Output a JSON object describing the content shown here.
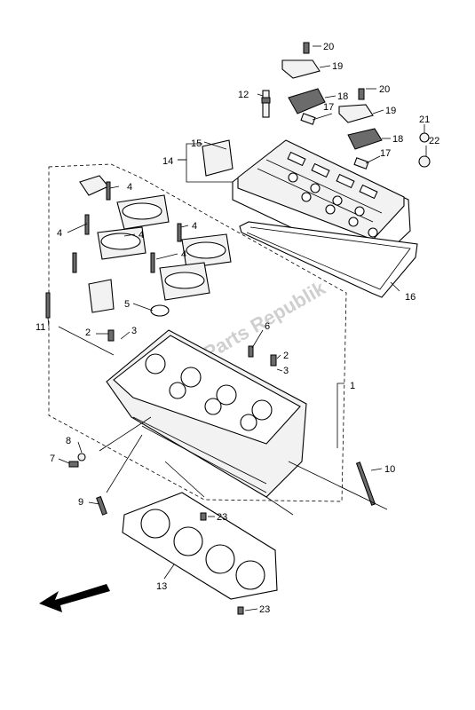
{
  "diagram": {
    "callouts": {
      "c1": "1",
      "c2a": "2",
      "c2b": "2",
      "c3a": "3",
      "c3b": "3",
      "c4a": "4",
      "c4b": "4",
      "c4c": "4",
      "c4d": "4",
      "c4e": "4",
      "c5": "5",
      "c6": "6",
      "c7": "7",
      "c8": "8",
      "c9": "9",
      "c10": "10",
      "c11": "11",
      "c12": "12",
      "c13": "13",
      "c14": "14",
      "c15": "15",
      "c16": "16",
      "c17a": "17",
      "c17b": "17",
      "c18a": "18",
      "c18b": "18",
      "c19a": "19",
      "c19b": "19",
      "c20a": "20",
      "c20b": "20",
      "c21": "21",
      "c22": "22",
      "c23a": "23",
      "c23b": "23"
    },
    "watermark": "Parts Republik",
    "direction_arrow": "front-arrow-icon"
  }
}
